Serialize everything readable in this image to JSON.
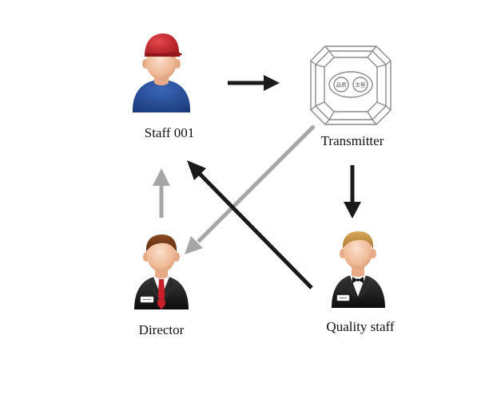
{
  "nodes": {
    "staff": {
      "label": "Staff 001"
    },
    "transmitter": {
      "label": "Transmitter",
      "button_left": "品质",
      "button_right": "主管"
    },
    "director": {
      "label": "Director"
    },
    "quality": {
      "label": "Quality staff"
    }
  },
  "colors": {
    "arrow_dark": "#1a1a1a",
    "arrow_gray": "#a6a6a6",
    "cap": "#c8262d",
    "shirt_blue": "#264d99",
    "skin": "#f2c4a6",
    "tie_red": "#c8202a",
    "suit": "#1c1c1c",
    "device_outline": "#8a8a8a"
  }
}
